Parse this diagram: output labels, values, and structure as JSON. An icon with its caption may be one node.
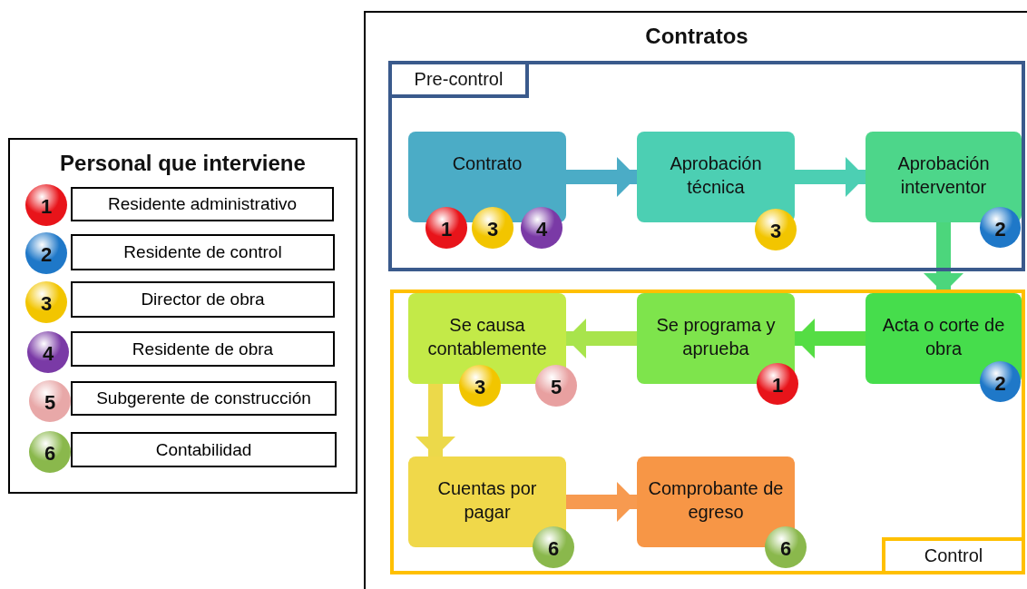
{
  "diagram": {
    "nodes": [
      {
        "text": [
          "Contratos"
        ]
      },
      {
        "text": [
          "Pre-control"
        ],
        "in": 0
      },
      {
        "text": [
          "Contrato"
        ],
        "in": 1
      },
      {
        "text": [
          "1"
        ],
        "in": 1
      },
      {
        "text": [
          "3"
        ],
        "in": 1
      },
      {
        "text": [
          "4"
        ],
        "in": 1
      },
      {
        "text": [
          "Aprobación técnica"
        ],
        "in": 1
      },
      {
        "text": [
          "3"
        ],
        "in": 1
      },
      {
        "text": [
          "Aprobación interventor"
        ],
        "in": 1
      },
      {
        "text": [
          "2"
        ],
        "in": 1
      },
      {
        "text": [
          "Control"
        ],
        "in": 0
      },
      {
        "text": [
          "Se causa contablemente"
        ],
        "in": 10
      },
      {
        "text": [
          "3"
        ],
        "in": 10
      },
      {
        "text": [
          "5"
        ],
        "in": 10
      },
      {
        "text": [
          "Se programa y aprueba"
        ],
        "in": 10
      },
      {
        "text": [
          "1"
        ],
        "in": 10
      },
      {
        "text": [
          "Acta o corte de obra"
        ],
        "in": 10
      },
      {
        "text": [
          "2"
        ],
        "in": 10
      },
      {
        "text": [
          "Cuentas por pagar"
        ],
        "in": 10
      },
      {
        "text": [
          "6"
        ],
        "in": 10
      },
      {
        "text": [
          "Comprobante de egreso"
        ],
        "in": 10
      },
      {
        "text": [
          "6"
        ],
        "in": 10
      },
      {
        "text": [
          "Personal que interviene"
        ]
      },
      {
        "text": [
          "1"
        ],
        "in": 22
      },
      {
        "text": [
          "Residente administrativo"
        ],
        "in": 22
      },
      {
        "text": [
          "2"
        ],
        "in": 22
      },
      {
        "text": [
          "Residente de control"
        ],
        "in": 22
      },
      {
        "text": [
          "3"
        ],
        "in": 22
      },
      {
        "text": [
          "Director de obra"
        ],
        "in": 22
      },
      {
        "text": [
          "4"
        ],
        "in": 22
      },
      {
        "text": [
          "Residente de obra"
        ],
        "in": 22
      },
      {
        "text": [
          "5"
        ],
        "in": 22
      },
      {
        "text": [
          "Subgerente de construcción"
        ],
        "in": 22
      },
      {
        "text": [
          "6"
        ],
        "in": 22
      },
      {
        "text": [
          "Contabilidad"
        ],
        "in": 22
      }
    ],
    "edges": [
      {
        "from": 2,
        "to": 6,
        "arrow": "to",
        "color": "#4bacc6"
      },
      {
        "from": 6,
        "to": 8,
        "arrow": "to",
        "color": "#4ccfb3"
      },
      {
        "from": 8,
        "to": 16,
        "arrow": "to",
        "color": "#4cd67c"
      },
      {
        "from": 16,
        "to": 14,
        "arrow": "to",
        "color": "#55dd44"
      },
      {
        "from": 14,
        "to": 11,
        "arrow": "to",
        "color": "#a8e44c"
      },
      {
        "from": 11,
        "to": 18,
        "arrow": "to",
        "color": "#ecd94a"
      },
      {
        "from": 18,
        "to": 20,
        "arrow": "to",
        "color": "#f79a50"
      }
    ]
  }
}
